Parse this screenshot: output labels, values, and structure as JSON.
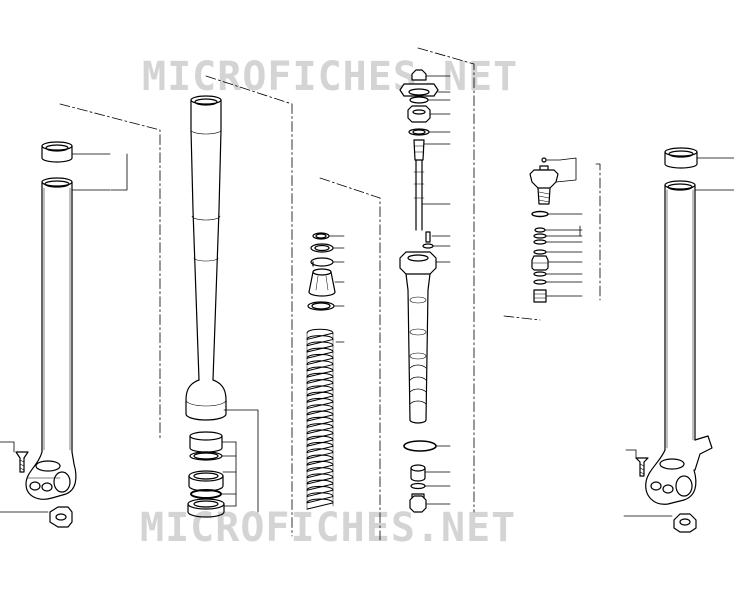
{
  "watermark": {
    "top_text": "MICROFICHES.NET",
    "bottom_text": "MICROFICHES.NET",
    "color": "#d4d4d4"
  },
  "diagram": {
    "subject": "front fork exploded parts view",
    "line_color": "#000000",
    "part_fill": "#ffffff"
  }
}
